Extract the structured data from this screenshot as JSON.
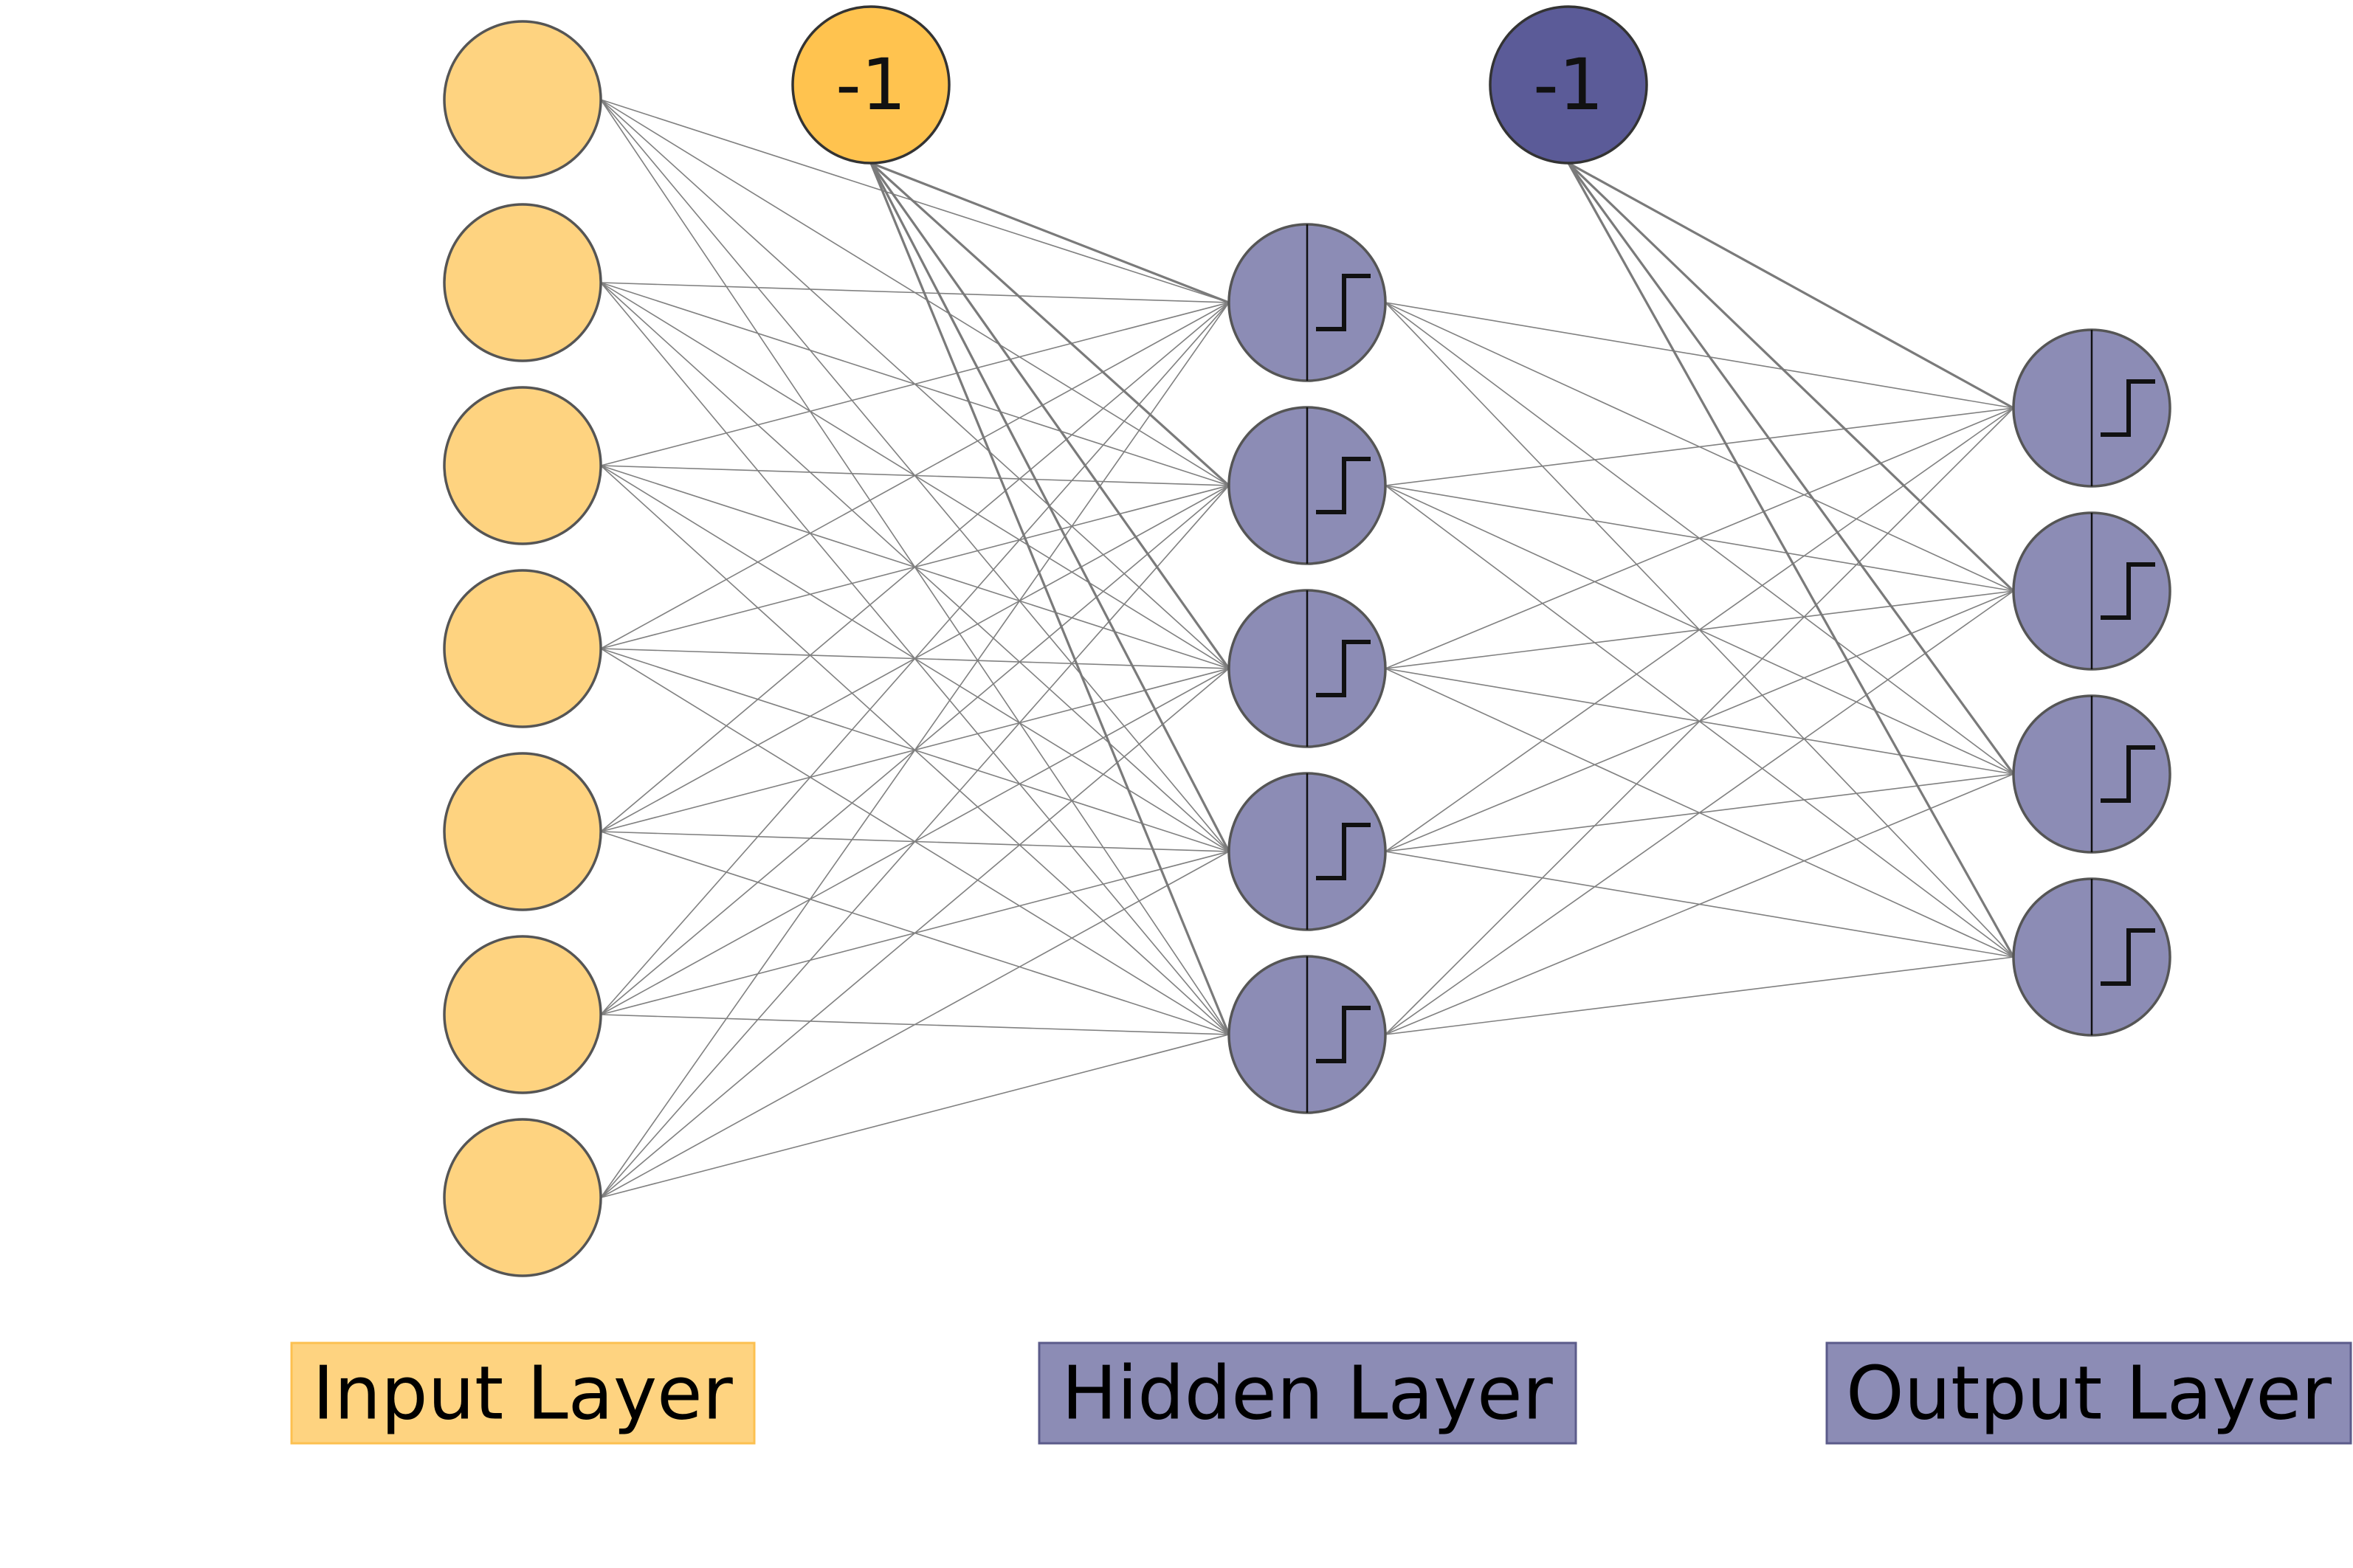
{
  "diagram": {
    "layers": [
      {
        "id": "input",
        "node_count": 7,
        "activation": "none",
        "color": "#fed380"
      },
      {
        "id": "hidden",
        "node_count": 5,
        "activation": "step-icon",
        "color": "#8c8cb5"
      },
      {
        "id": "output",
        "node_count": 4,
        "activation": "step-icon",
        "color": "#8c8cb5"
      }
    ],
    "bias_nodes": [
      {
        "id": "bias-input",
        "label": "-1",
        "feeds": "hidden",
        "color": "#ffc34f"
      },
      {
        "id": "bias-hidden",
        "label": "-1",
        "feeds": "output",
        "color": "#5b5b98"
      }
    ],
    "labels": {
      "input": {
        "text": "Input Layer",
        "fill": "#fed380",
        "border": "#fcc050"
      },
      "hidden": {
        "text": "Hidden Layer",
        "fill": "#8c8cb5",
        "border": "#5b5b8a"
      },
      "output": {
        "text": "Output Layer",
        "fill": "#8c8cb5",
        "border": "#5b5b8a"
      }
    },
    "connections": "fully-connected"
  }
}
